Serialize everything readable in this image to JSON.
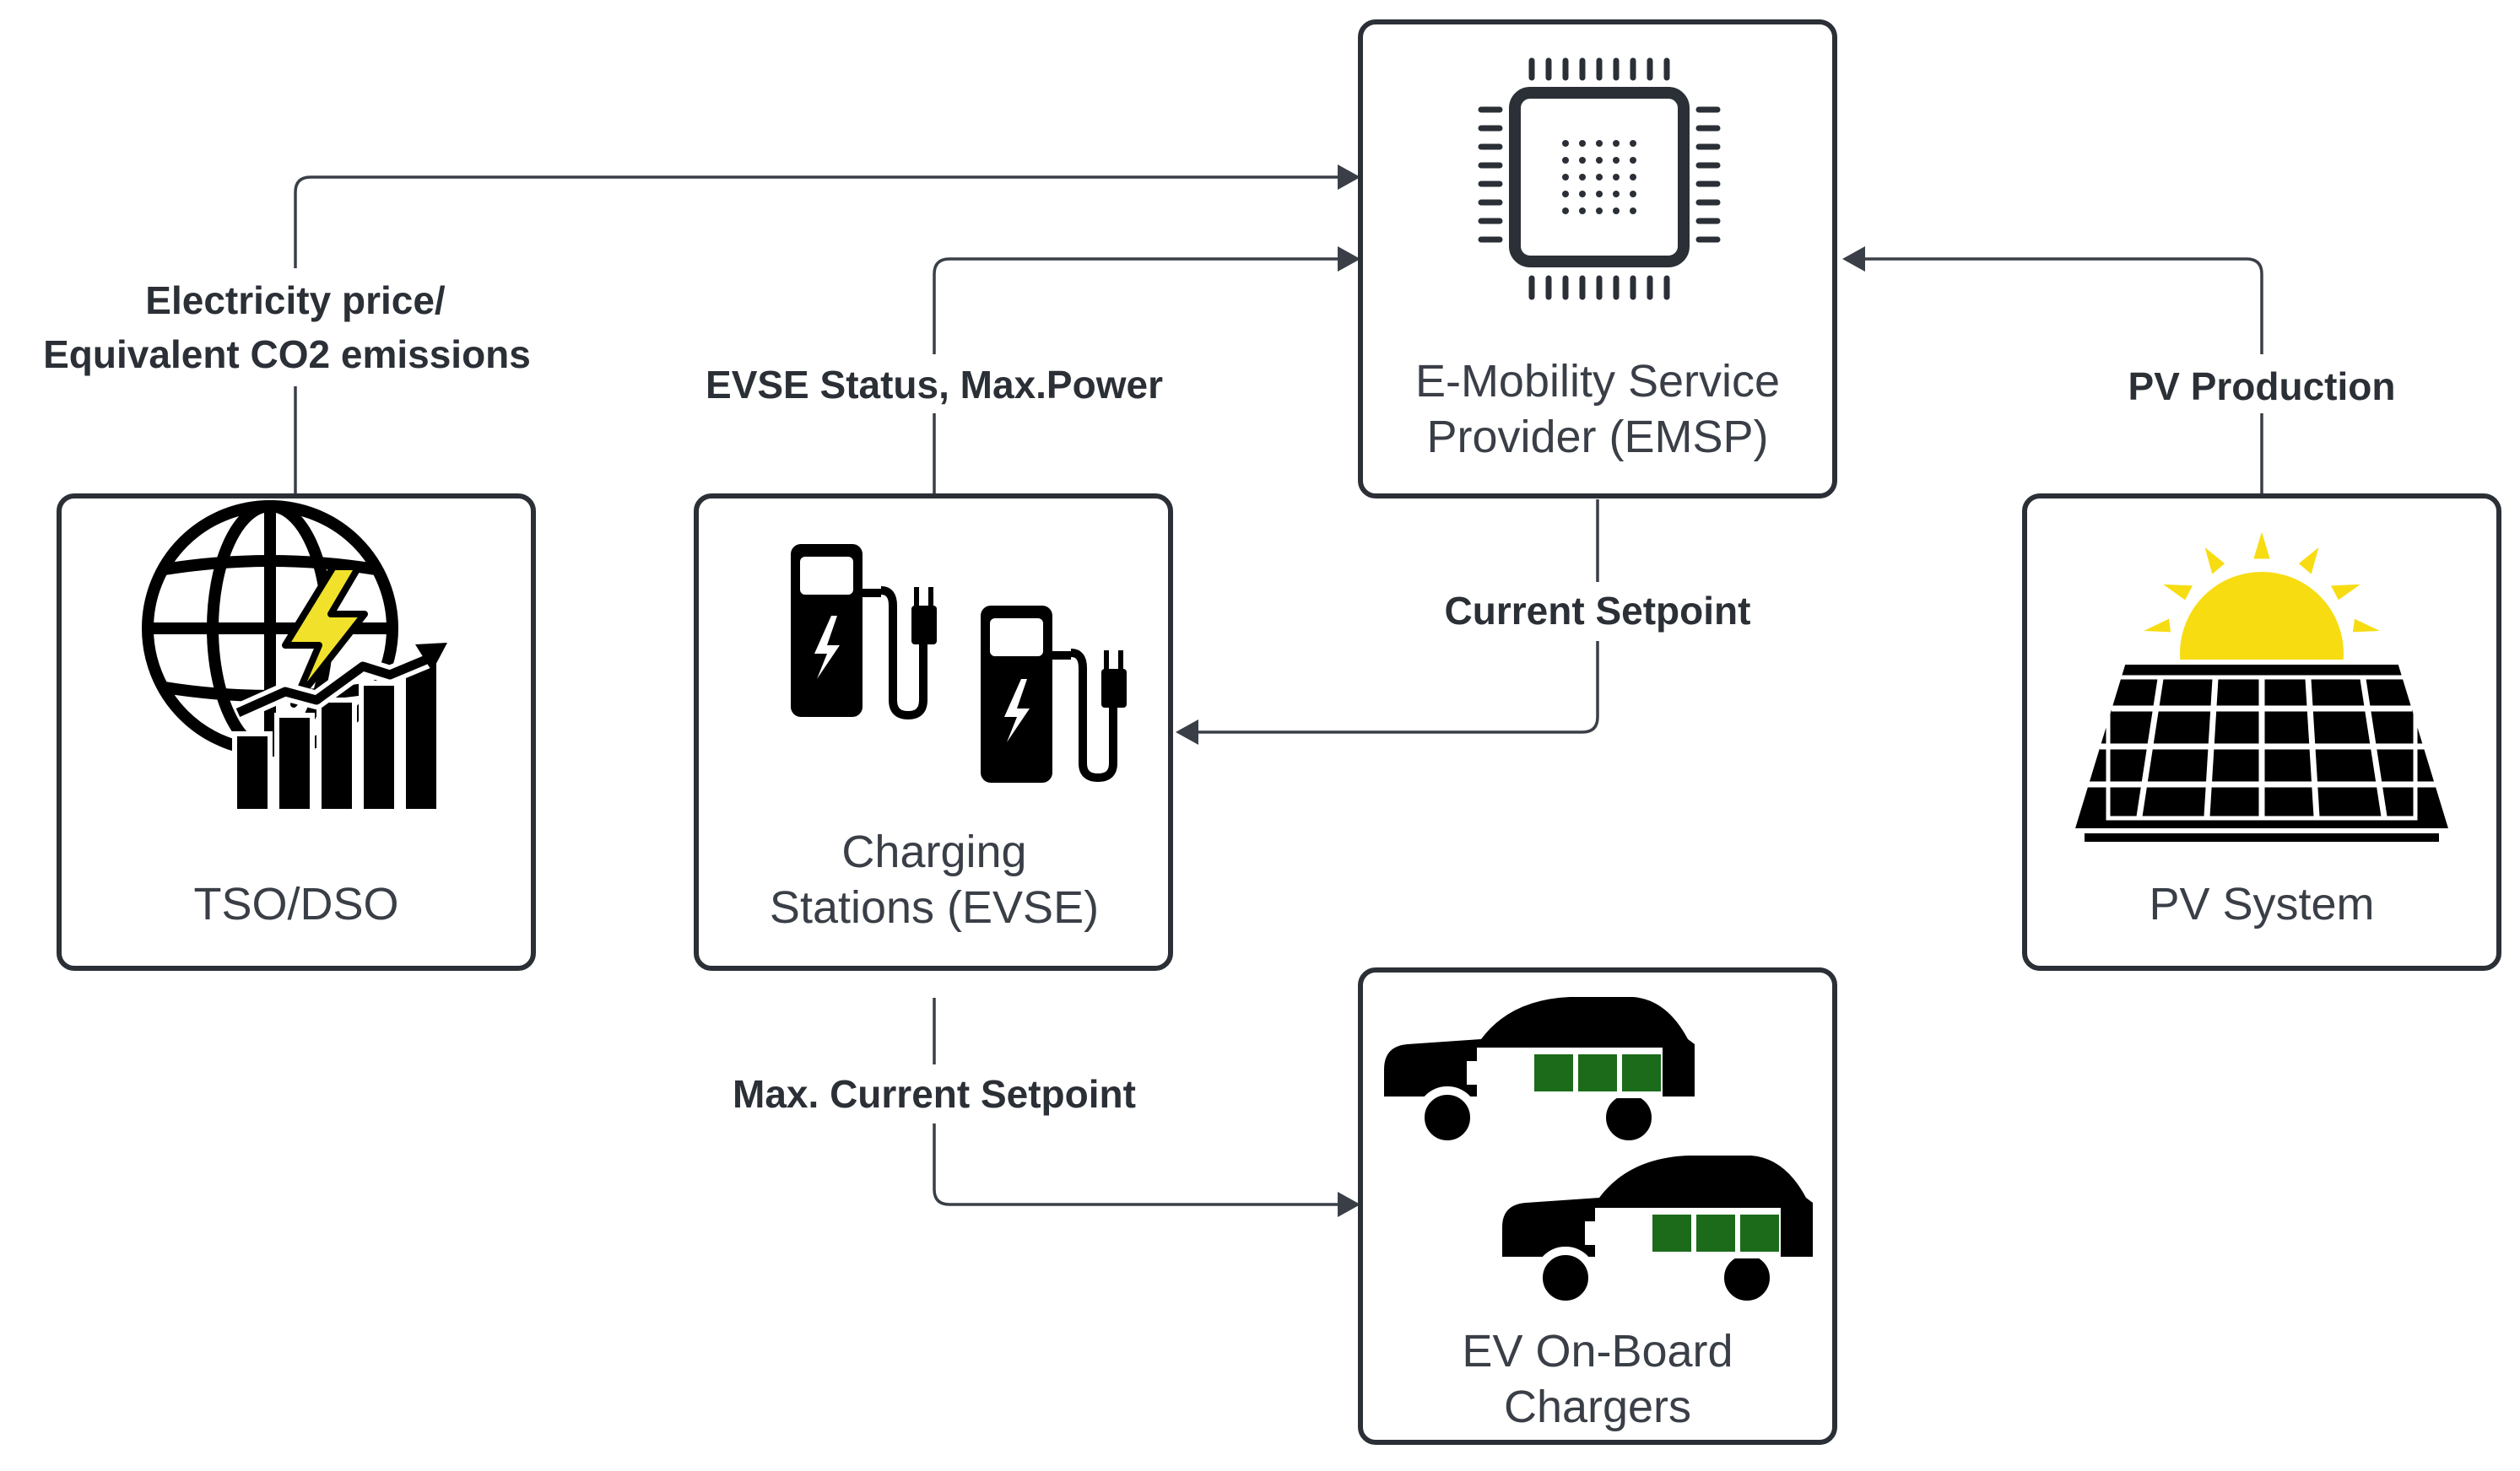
{
  "colors": {
    "stroke": "#2b2f36",
    "edge": "#3a3f47",
    "lightning": "#f2e12b",
    "sun": "#f7dc12",
    "battery_cell": "#1b6b1b"
  },
  "nodes": {
    "emsp": {
      "line1": "E-Mobility Service",
      "line2": "Provider (EMSP)",
      "icon": "microchip-icon"
    },
    "tso": {
      "line1": "TSO/DSO",
      "icon": "globe-lightning-chart-icon"
    },
    "evse": {
      "line1": "Charging",
      "line2": "Stations (EVSE)",
      "icon": "ev-charging-station-icon"
    },
    "pv": {
      "line1": "PV System",
      "icon": "solar-panel-icon"
    },
    "ev": {
      "line1": "EV On-Board",
      "line2": "Chargers",
      "icon": "electric-car-battery-icon"
    }
  },
  "edges": {
    "tso_to_emsp": {
      "line1": "Electricity price/",
      "line2": "Equivalent CO2 emissions"
    },
    "evse_to_emsp": {
      "line1": "EVSE Status, Max.Power"
    },
    "pv_to_emsp": {
      "line1": "PV Production"
    },
    "emsp_to_evse": {
      "line1": "Current Setpoint"
    },
    "evse_to_ev": {
      "line1": "Max. Current Setpoint"
    }
  }
}
